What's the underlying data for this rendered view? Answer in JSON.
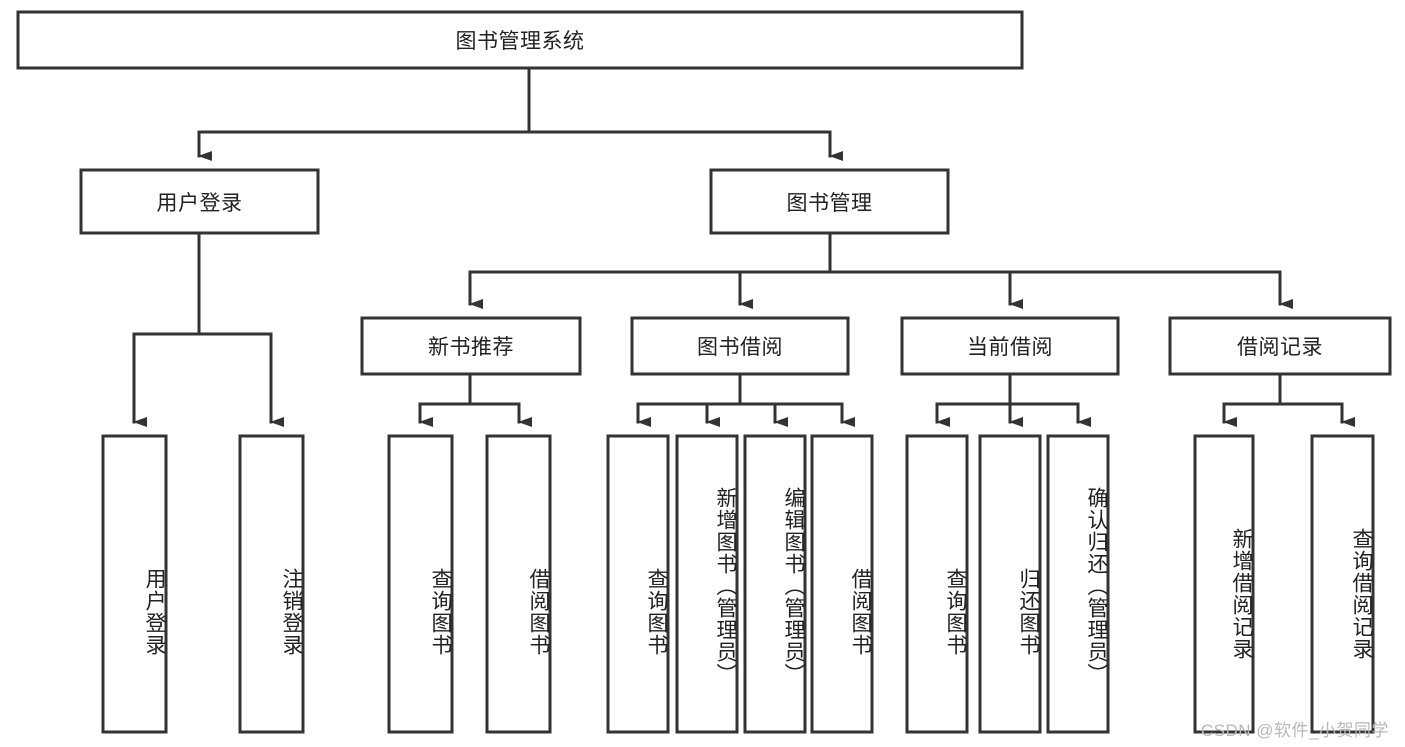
{
  "diagram": {
    "type": "tree",
    "title": "图书管理系统",
    "orientation": "top-down",
    "colors": {
      "box_stroke": "#333333",
      "box_fill": "#ffffff",
      "text": "#222222",
      "background": "#ffffff",
      "watermark": "#b8b8b8"
    },
    "root": {
      "label": "图书管理系统"
    },
    "level1": [
      {
        "label": "用户登录"
      },
      {
        "label": "图书管理"
      }
    ],
    "level2": [
      {
        "label": "新书推荐"
      },
      {
        "label": "图书借阅"
      },
      {
        "label": "当前借阅"
      },
      {
        "label": "借阅记录"
      }
    ],
    "leaves": {
      "user_login": [
        {
          "label": "用户登录"
        },
        {
          "label": "注销登录"
        }
      ],
      "new_book_recommend": [
        {
          "label": "查询图书"
        },
        {
          "label": "借阅图书"
        }
      ],
      "book_borrow": [
        {
          "label": "查询图书"
        },
        {
          "label": "新增图书（管理员）"
        },
        {
          "label": "编辑图书（管理员）"
        },
        {
          "label": "借阅图书"
        }
      ],
      "current_borrow": [
        {
          "label": "查询图书"
        },
        {
          "label": "归还图书"
        },
        {
          "label": "确认归还（管理员）"
        }
      ],
      "borrow_records": [
        {
          "label": "新增借阅记录"
        },
        {
          "label": "查询借阅记录"
        }
      ]
    }
  },
  "watermark": {
    "text": "CSDN @软件_小贺同学"
  }
}
